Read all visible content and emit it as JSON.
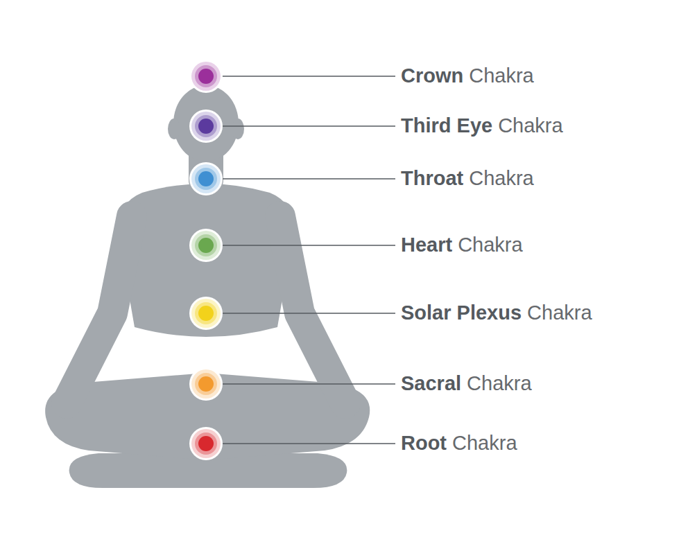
{
  "diagram": {
    "labels": [
      "Crown",
      "Chakra",
      "Third Eye",
      "Chakra",
      "Throat",
      "Chakra",
      "Heart",
      "Chakra",
      "Solar Plexus",
      "Chakra",
      "Sacral",
      "Chakra",
      "Root",
      "Chakra"
    ]
  }
}
